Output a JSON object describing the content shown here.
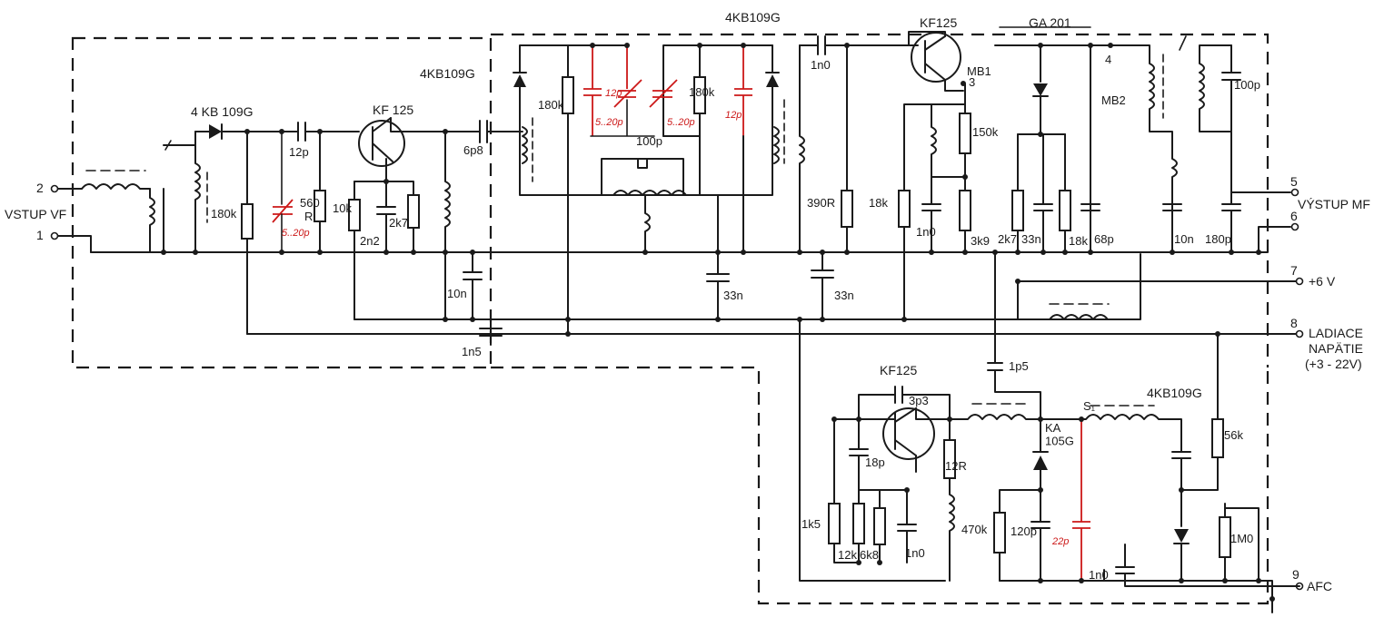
{
  "labels": {
    "vstup_num": "2",
    "gnd_num": "1",
    "vstup": "VSTUP VF",
    "kb_top_left": "4 KB 109G",
    "kb_shield": "4KB109G",
    "kb_top_mid": "4KB109G",
    "kf_rf": "KF 125",
    "kf_mix": "KF125",
    "ga201": "GA 201",
    "kf_osc": "KF125",
    "kb_osc": "4KB109G",
    "mb1_num": "3",
    "mb1": "MB1",
    "mb2_num": "4",
    "mb2": "MB2",
    "out_num": "5",
    "out_num2": "6",
    "vystup": "VÝSTUP MF",
    "pwr_num": "7",
    "pwr": "+6 V",
    "tune_num": "8",
    "tune1": "LADIACE",
    "tune2": "NAPÄTIE",
    "tune3": "(+3 - 22V)",
    "afc_num": "9",
    "afc": "AFC",
    "ka105g": "KA\n105G"
  },
  "values": {
    "c12p_in": "12p",
    "r180k_in": "180k",
    "r560": "560",
    "rR": "R",
    "r10k": "10k",
    "r2n2": "2n2",
    "r2k7a": "2k7",
    "c6p8": "6p8",
    "c10n_a": "10n",
    "c1n5": "1n5",
    "r180k_b": "180k",
    "c100p_mid": "100p",
    "r180k_c": "180k",
    "c33n_a": "33n",
    "c1n0_top": "1n0",
    "r390": "390R",
    "c33n_b": "33n",
    "r18k_a": "18k",
    "c1n0_b": "1n0",
    "r150k": "150k",
    "r3k9": "3k9",
    "r2k7b": "2k7",
    "c33n_c": "33n",
    "r18k_b": "18k",
    "c68p": "68p",
    "c10n_b": "10n",
    "c100p_out": "100p",
    "c180p": "180p",
    "c1p5": "1p5",
    "c3p3": "3p3",
    "c18p": "18p",
    "r1k5": "1k5",
    "r12k": "12k",
    "r6k8": "6k8",
    "c1n0_osc": "1n0",
    "r12R": "12R",
    "r470k": "470k",
    "c120p": "120p",
    "c1n0_afc": "1n0",
    "r56k": "56k",
    "r1M": "1M0",
    "r_s1": "S₁"
  },
  "red_values": {
    "trim_in": "5..20p",
    "c12p_a": "12p",
    "trim_a": "5..20p",
    "trim_b": "5..20p",
    "c12p_b": "12p",
    "c22p": "22p"
  }
}
